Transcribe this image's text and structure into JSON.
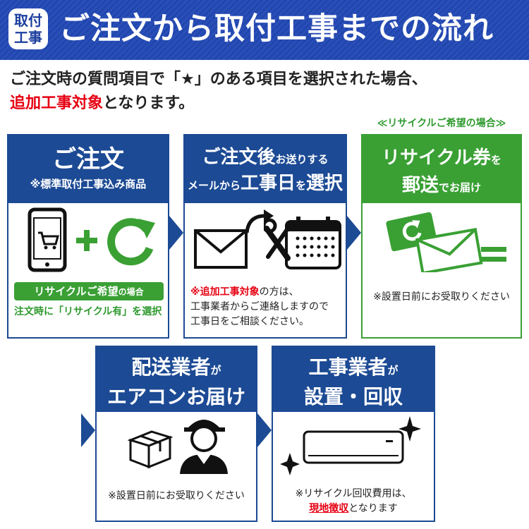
{
  "header": {
    "badge": [
      "取付",
      "工事"
    ],
    "title": "ご注文から取付工事までの流れ"
  },
  "intro": {
    "line1": "ご注文時の質問項目で「★」のある項目を選択された場合、",
    "line2_red": "追加工事対象",
    "line2_rest": "となります。"
  },
  "recycle_note": "≪リサイクルご希望の場合≫",
  "steps": {
    "s1": {
      "title": "ご注文",
      "subtitle": "※標準取付工事込み商品",
      "pill_main": "リサイクルご希望",
      "pill_small": "の場合",
      "note": "注文時に「リサイクル有」を選択"
    },
    "s2": {
      "title_a": "ご注文後",
      "title_a_small": "お送りする",
      "title_b_small": "メールから",
      "title_b": "工事日",
      "title_b_small2": "を",
      "title_b2": "選択",
      "note_red": "※追加工事対象",
      "note_rest1": "の方は、",
      "note_line2": "工事業者からご連絡しますので",
      "note_line3": "工事日をご相談ください。"
    },
    "s3": {
      "title_a": "リサイクル券",
      "title_a_small": "を",
      "title_b": "郵送",
      "title_b_small": "でお届け",
      "note": "※設置日前にお受取りください"
    },
    "s4": {
      "title_a": "配送業者",
      "title_a_small": "が",
      "title_b": "エアコンお届け",
      "note": "※設置日前にお受取りください"
    },
    "s5": {
      "title_a": "工事業者",
      "title_a_small": "が",
      "title_b": "設置・回収",
      "note_line1": "※リサイクル回収費用は、",
      "note_red": "現地徴収",
      "note_rest": "となります"
    }
  },
  "colors": {
    "header_blue": "#2a4fb8",
    "card_blue": "#1c4a94",
    "green": "#3aa034",
    "red": "#e60012"
  }
}
